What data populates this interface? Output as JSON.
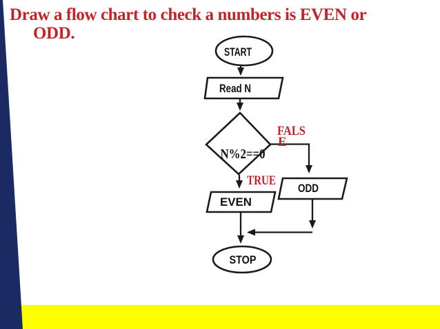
{
  "slide": {
    "title_line1": "Draw a flow chart to check a numbers is EVEN or",
    "title_line2": "ODD.",
    "title_color": "#c2242a",
    "accent_navy": "#1b2a63",
    "accent_yellow": "#ffff00"
  },
  "flowchart": {
    "nodes": {
      "start": {
        "label": "START",
        "type": "terminator"
      },
      "read": {
        "label": "Read N",
        "type": "io"
      },
      "decision": {
        "label": "N%2==0",
        "type": "decision"
      },
      "even": {
        "label": "EVEN",
        "type": "io"
      },
      "odd": {
        "label": "ODD",
        "type": "io"
      },
      "stop": {
        "label": "STOP",
        "type": "terminator"
      }
    },
    "branch_labels": {
      "false_line1": "FALS",
      "false_line2": "E",
      "true_label": "TRUE"
    }
  }
}
